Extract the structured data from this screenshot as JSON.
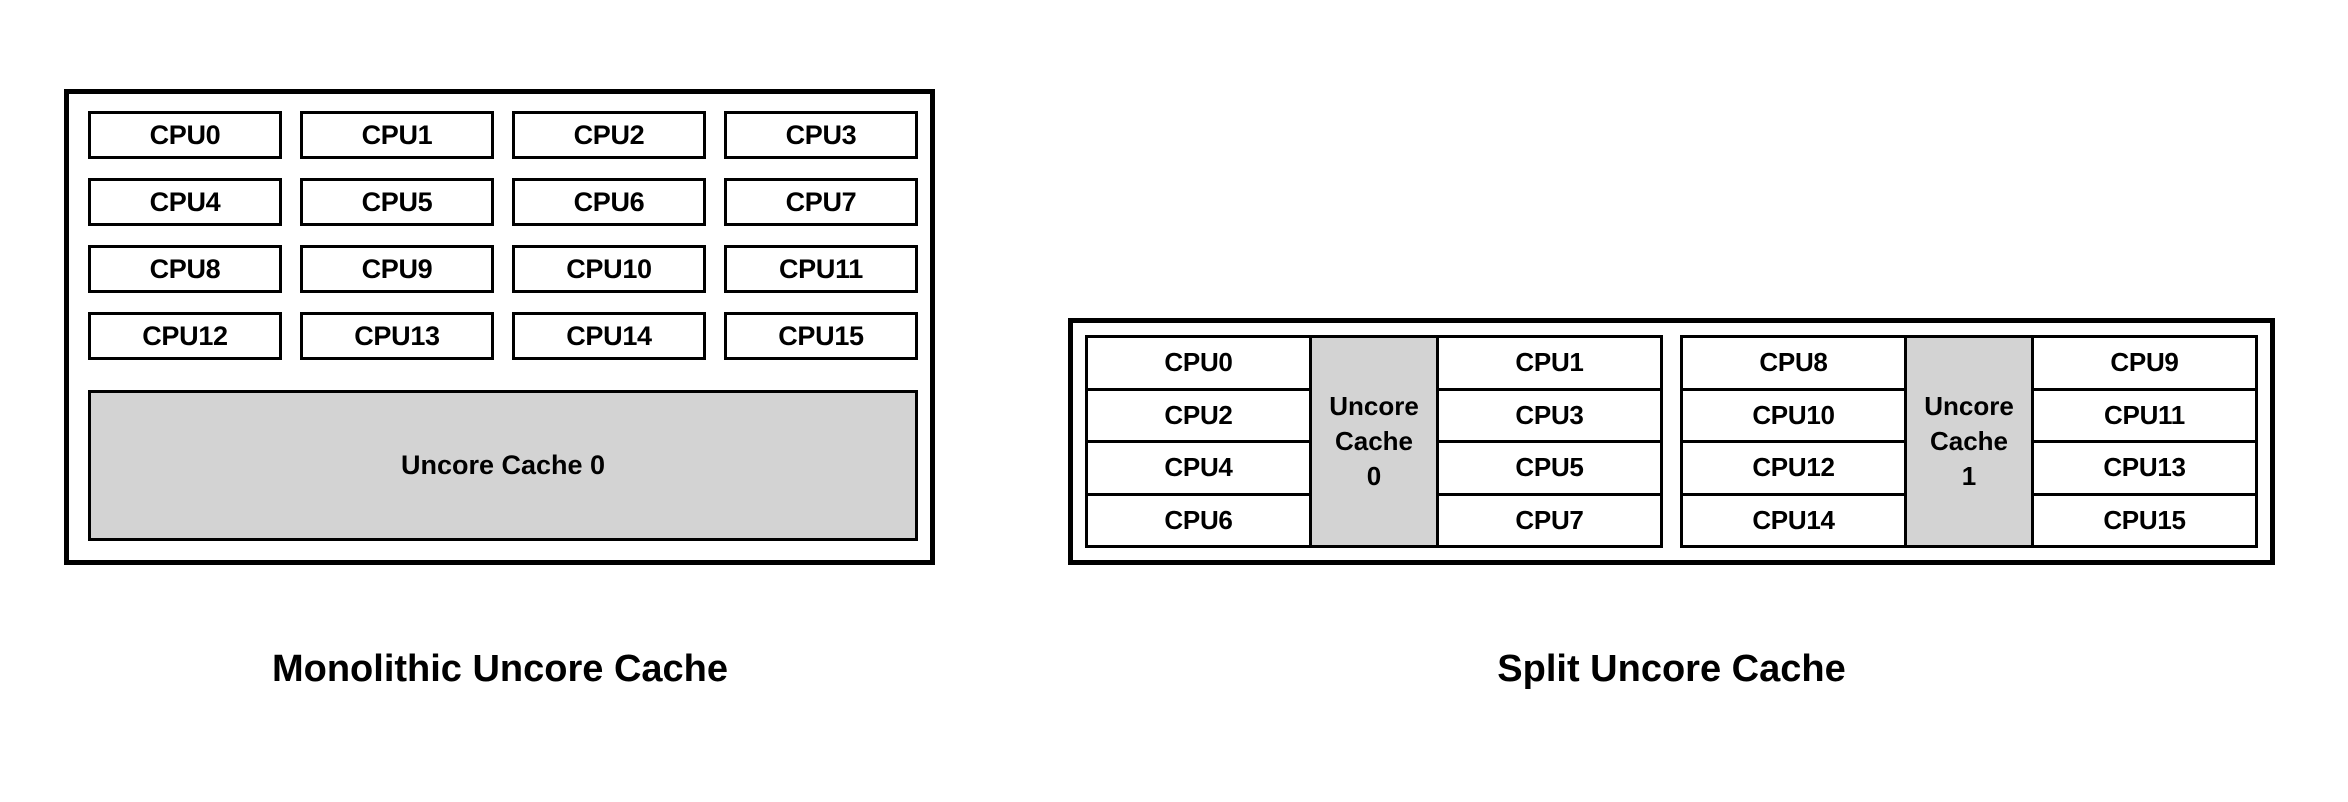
{
  "figures": [
    {
      "id": "monolithic",
      "caption": "Monolithic Uncore Cache",
      "cpus": [
        "CPU0",
        "CPU1",
        "CPU2",
        "CPU3",
        "CPU4",
        "CPU5",
        "CPU6",
        "CPU7",
        "CPU8",
        "CPU9",
        "CPU10",
        "CPU11",
        "CPU12",
        "CPU13",
        "CPU14",
        "CPU15"
      ],
      "cache_label": "Uncore Cache 0"
    },
    {
      "id": "split",
      "caption": "Split Uncore Cache",
      "groups": [
        {
          "left_cpus": [
            "CPU0",
            "CPU2",
            "CPU4",
            "CPU6"
          ],
          "cache_label": "Uncore\nCache\n0",
          "right_cpus": [
            "CPU1",
            "CPU3",
            "CPU5",
            "CPU7"
          ]
        },
        {
          "left_cpus": [
            "CPU8",
            "CPU10",
            "CPU12",
            "CPU14"
          ],
          "cache_label": "Uncore\nCache\n1",
          "right_cpus": [
            "CPU9",
            "CPU11",
            "CPU13",
            "CPU15"
          ]
        }
      ]
    }
  ],
  "colors": {
    "cache_fill": "#d3d3d3",
    "stroke": "#000000",
    "cpu_fill": "#ffffff",
    "background": "#ffffff"
  }
}
